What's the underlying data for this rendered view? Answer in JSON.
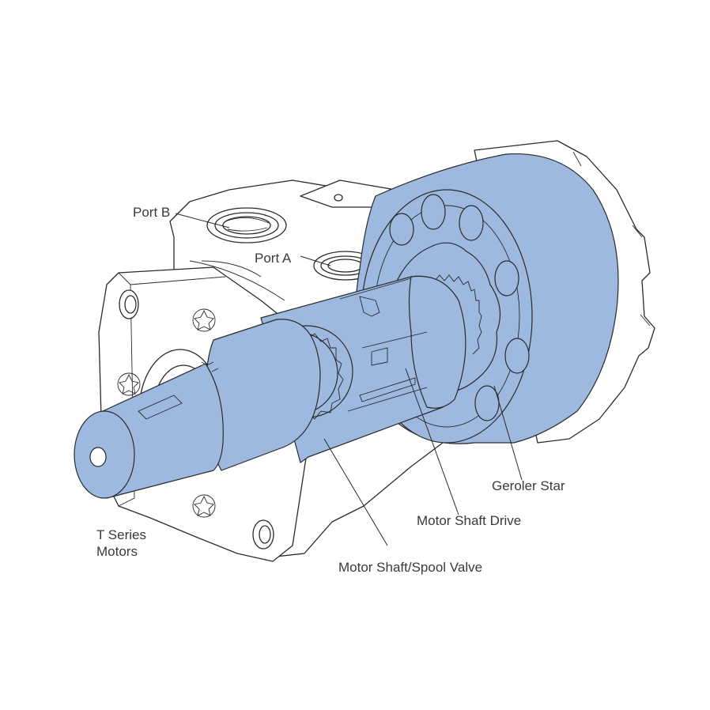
{
  "colors": {
    "highlight": "#9db9df",
    "line": "#2a2a2a",
    "background": "#ffffff"
  },
  "labels": {
    "port_b": "Port B",
    "port_a": "Port A",
    "geroler_star": "Geroler Star",
    "motor_shaft_drive": "Motor Shaft Drive",
    "motor_shaft_spool_valve": "Motor Shaft/Spool Valve",
    "series_line1": "T Series",
    "series_line2": "Motors"
  }
}
